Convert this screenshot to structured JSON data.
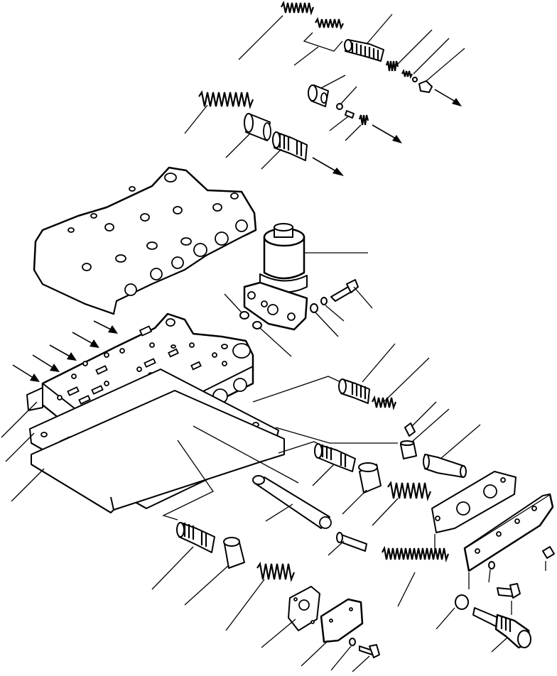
{
  "diagram": {
    "kind": "exploded-parts-view",
    "line_color": "#000000",
    "background_color": "#ffffff",
    "parts": [
      {
        "name": "spring-top"
      },
      {
        "name": "small-spring-pack"
      },
      {
        "name": "spool-top"
      },
      {
        "name": "small-spring-right"
      },
      {
        "name": "ball-top"
      },
      {
        "name": "plug-top"
      },
      {
        "name": "plug-mid"
      },
      {
        "name": "ball-mid"
      },
      {
        "name": "pin-mid"
      },
      {
        "name": "plug-small-mid"
      },
      {
        "name": "spring-large-upper"
      },
      {
        "name": "sleeve-upper"
      },
      {
        "name": "spool-upper"
      },
      {
        "name": "valve-body-upper"
      },
      {
        "name": "solenoid-valve"
      },
      {
        "name": "o-ring-left"
      },
      {
        "name": "o-ring-lower"
      },
      {
        "name": "washer-solenoid"
      },
      {
        "name": "bolt-solenoid"
      },
      {
        "name": "valve-body-main"
      },
      {
        "name": "separator-plate"
      },
      {
        "name": "gasket"
      },
      {
        "name": "spool-right-1"
      },
      {
        "name": "spring-right-1"
      },
      {
        "name": "pin-right"
      },
      {
        "name": "cap-right"
      },
      {
        "name": "piston-right"
      },
      {
        "name": "spool-center"
      },
      {
        "name": "sleeve-center"
      },
      {
        "name": "spring-center"
      },
      {
        "name": "tube-center"
      },
      {
        "name": "cover-right-gasket"
      },
      {
        "name": "cover-right"
      },
      {
        "name": "plug-cover-right"
      },
      {
        "name": "washer-right"
      },
      {
        "name": "bolt-right"
      },
      {
        "name": "spool-small-center"
      },
      {
        "name": "spring-long"
      },
      {
        "name": "o-ring-bottom"
      },
      {
        "name": "plug-bottom-right"
      },
      {
        "name": "spool-bottom-left"
      },
      {
        "name": "sleeve-bottom-left"
      },
      {
        "name": "spring-bottom-left"
      },
      {
        "name": "gasket-bottom"
      },
      {
        "name": "cover-bottom"
      },
      {
        "name": "washer-bottom"
      },
      {
        "name": "bolt-bottom"
      }
    ]
  }
}
